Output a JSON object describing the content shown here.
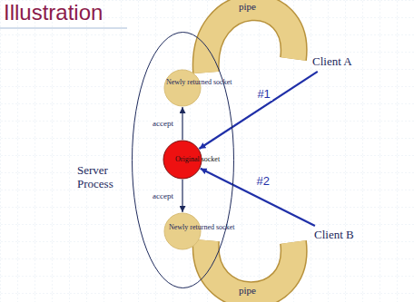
{
  "diagram": {
    "title": "Illustration",
    "nodes": [
      {
        "text": [
          "pipe"
        ]
      },
      {
        "text": [
          "Server Process"
        ]
      },
      {
        "text": [
          "Newly returned socket"
        ],
        "in": 1
      },
      {
        "text": [
          "Original socket"
        ],
        "in": 1
      },
      {
        "text": [
          "Newly returned socket"
        ],
        "in": 1
      },
      {
        "text": [
          "Client A"
        ]
      },
      {
        "text": [
          "Client B"
        ]
      },
      {
        "text": [
          "pipe"
        ]
      }
    ],
    "edges": [
      {
        "from": 3,
        "to": 2,
        "arrow": "to",
        "label": "accept"
      },
      {
        "from": 3,
        "to": 4,
        "arrow": "to",
        "label": "accept"
      },
      {
        "from": 5,
        "to": 3,
        "arrow": "to",
        "label": "#1"
      },
      {
        "from": 6,
        "to": 3,
        "arrow": "to",
        "label": "#2"
      }
    ]
  }
}
